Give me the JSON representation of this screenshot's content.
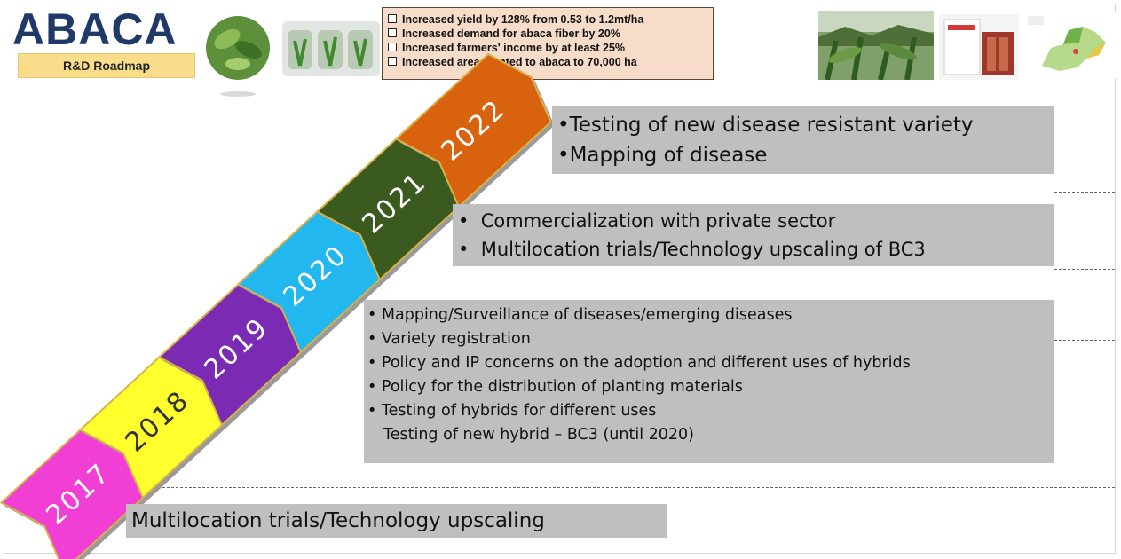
{
  "header": {
    "title": "ABACA",
    "subtitle": "R&D Roadmap",
    "goals": [
      "Increased yield by 128% from 0.53 to 1.2mt/ha",
      "Increased demand for abaca fiber by  20%",
      "Increased farmers' income by at least  25%",
      "Increased area planted to abaca to 70,000 ha"
    ]
  },
  "years": [
    {
      "label": "2017",
      "color": "#f13fd6"
    },
    {
      "label": "2018",
      "color": "#ffff2e"
    },
    {
      "label": "2019",
      "color": "#7b2bb3"
    },
    {
      "label": "2020",
      "color": "#22b7ef"
    },
    {
      "label": "2021",
      "color": "#3b5a1f"
    },
    {
      "label": "2022",
      "color": "#d9620e"
    }
  ],
  "activities": {
    "box_2022": [
      "Testing of new disease resistant variety",
      "Mapping of disease"
    ],
    "box_2021": [
      "Commercialization with private sector",
      "Multilocation trials/Technology upscaling of BC3"
    ],
    "box_2018_2020": [
      "Mapping/Surveillance of diseases/emerging diseases",
      "Variety registration",
      "Policy and IP concerns on the adoption and   different uses of  hybrids",
      "Policy for the distribution of planting materials",
      "Testing of hybrids for different uses"
    ],
    "box_2018_2020_extra": "Testing of new hybrid – BC3 (until 2020)",
    "box_2017": "Multilocation trials/Technology upscaling"
  },
  "bullet_char": "•",
  "checkbox_icon": "checkbox-icon"
}
